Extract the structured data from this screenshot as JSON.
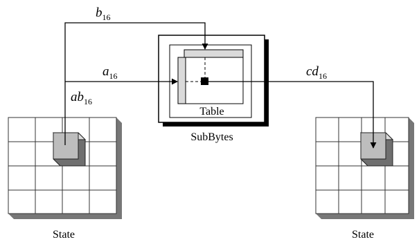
{
  "labels": {
    "b": "b",
    "b_sub": "16",
    "a": "a",
    "a_sub": "16",
    "ab": "ab",
    "ab_sub": "16",
    "cd": "cd",
    "cd_sub": "16",
    "table": "Table",
    "subbytes": "SubBytes",
    "state_left": "State",
    "state_right": "State"
  },
  "colors": {
    "line": "#000000",
    "cell_border": "#333333",
    "shadow": "#777777",
    "highlight_cell": "#bdbdbd",
    "highlight_side": "#6f6f6f",
    "highlight_top": "#dcdcdc",
    "inner_strip": "#dadada"
  }
}
